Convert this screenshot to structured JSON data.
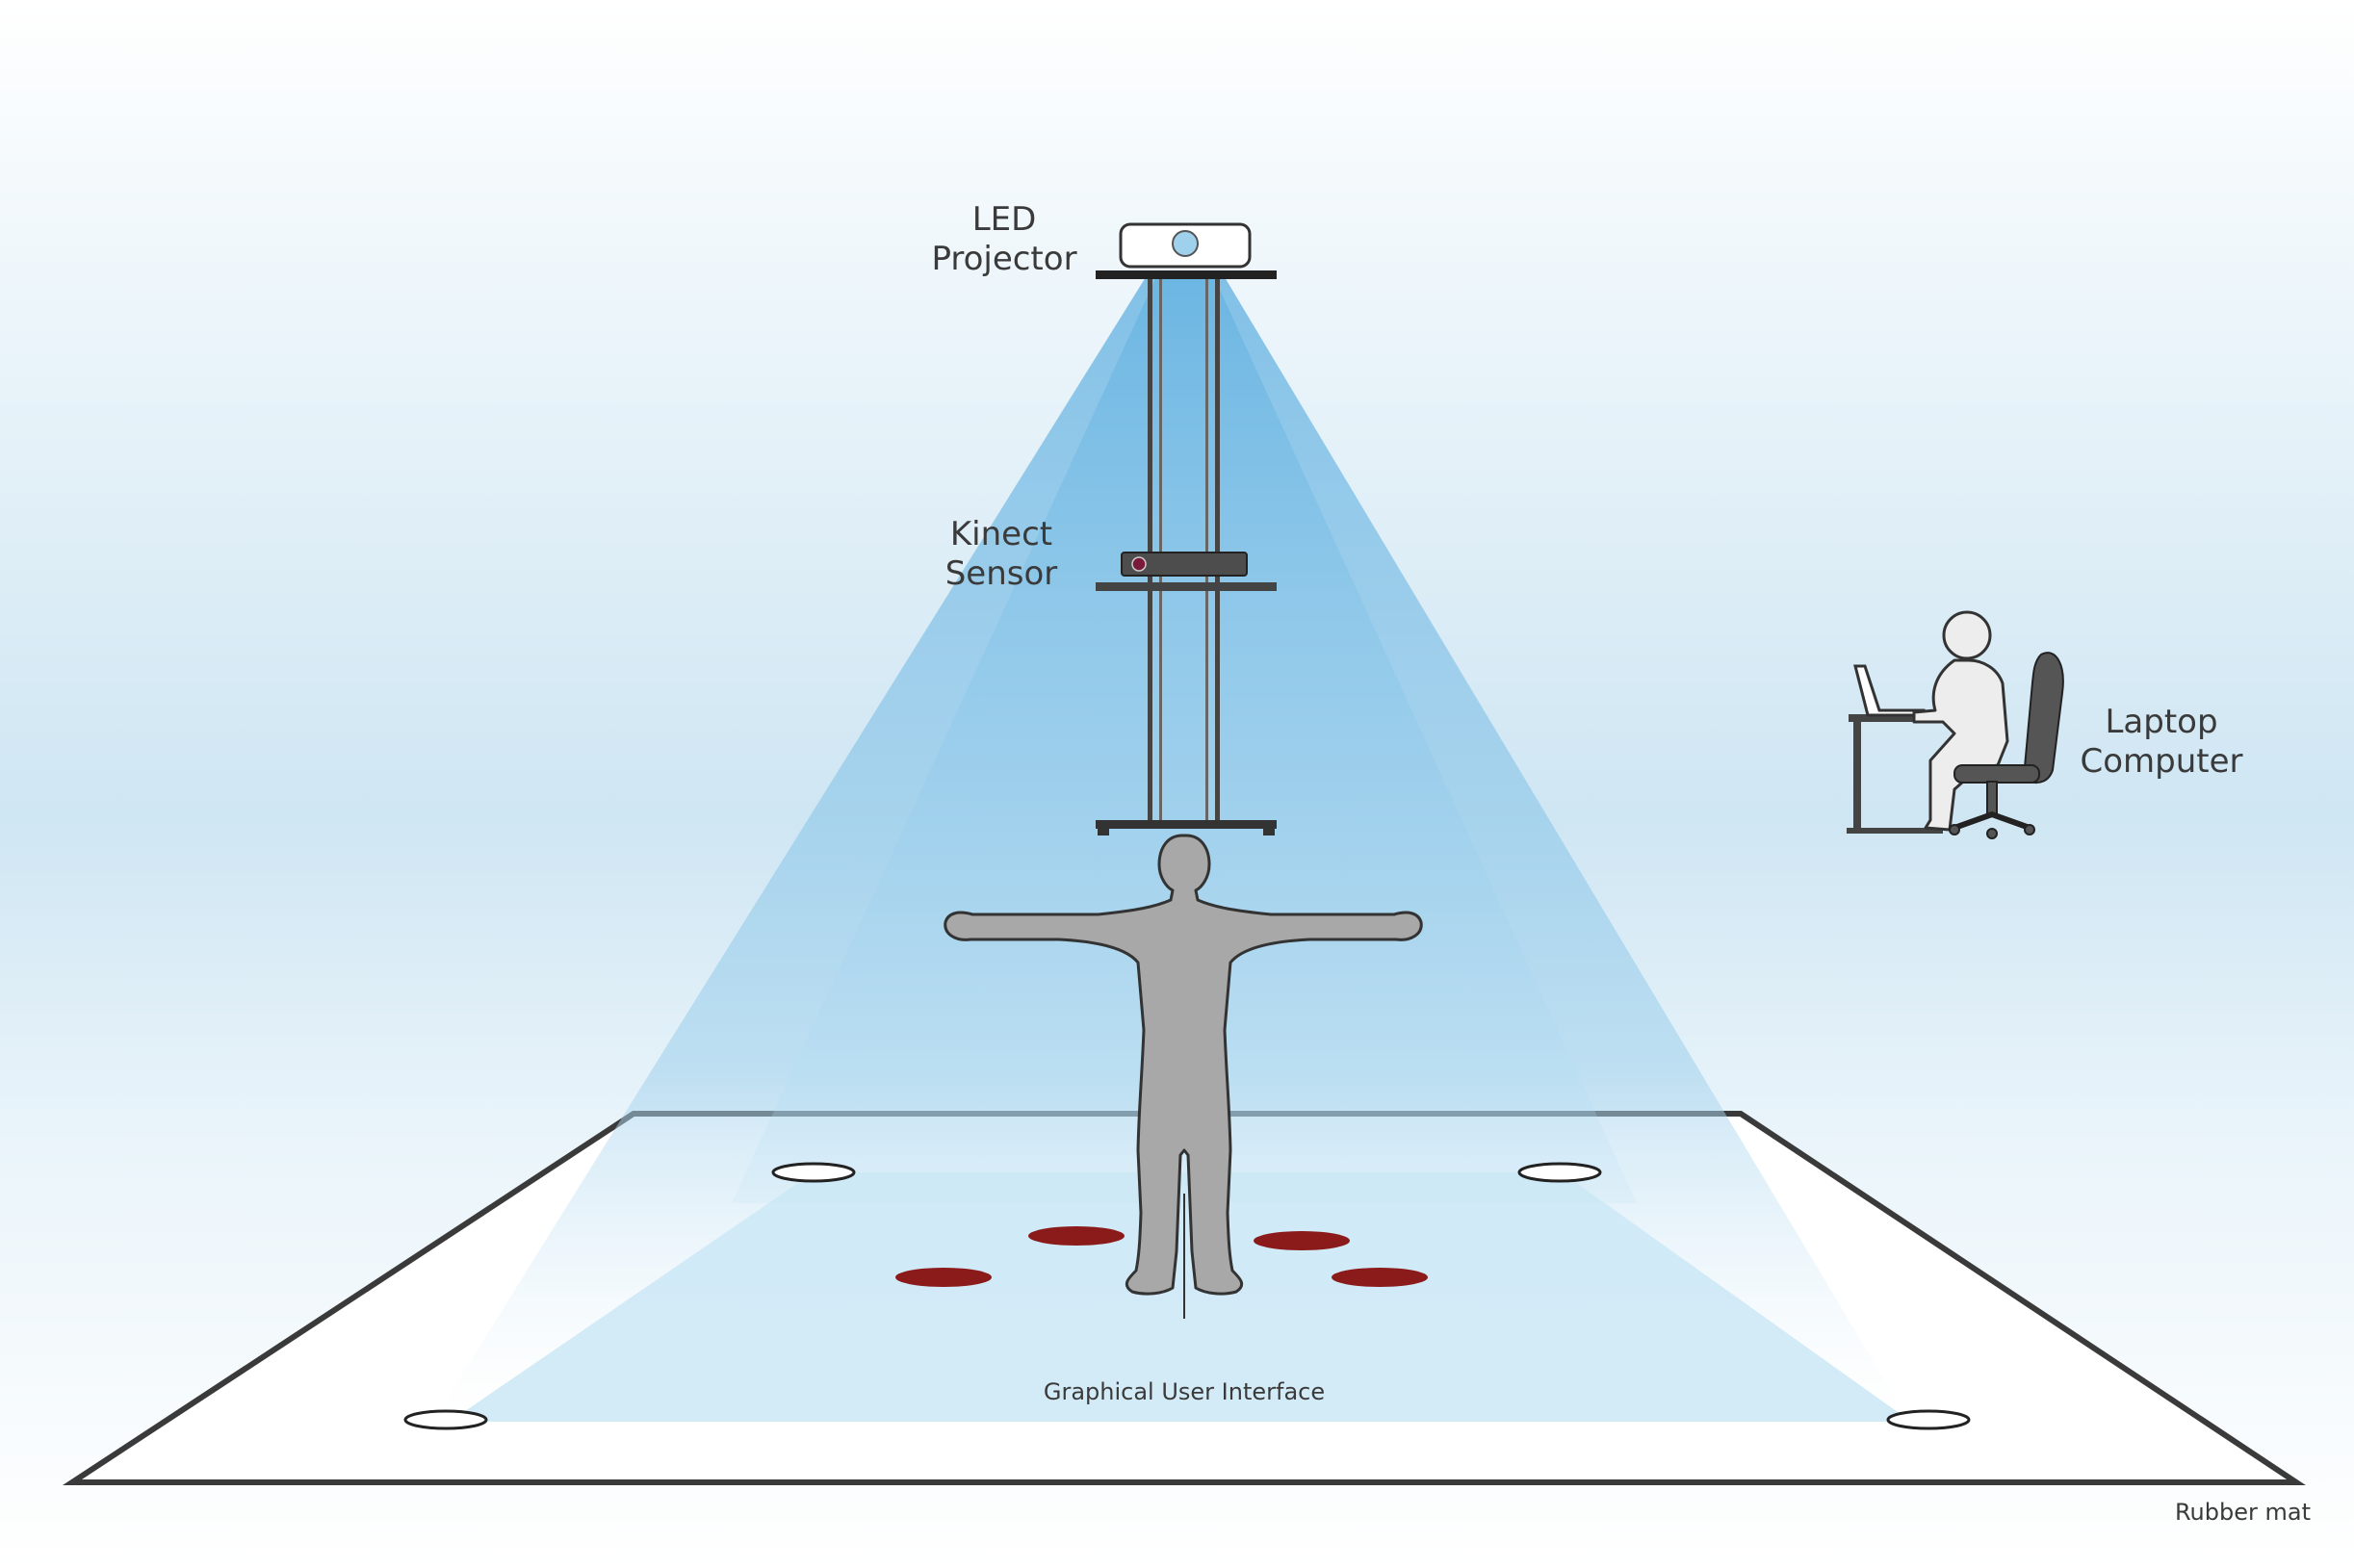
{
  "labels": {
    "led_projector": [
      "LED",
      "Projector"
    ],
    "kinect_sensor": [
      "Kinect",
      "Sensor"
    ],
    "laptop_computer": [
      "Laptop",
      "Computer"
    ],
    "graphical_user_interface": "Graphical User Interface",
    "rubber_mat": "Rubber mat"
  },
  "colors": {
    "background_blue": "#cfe6f3",
    "light_cone": "#8fc6e6",
    "projection_area": "#cde8f6",
    "target_circle": "#8b1a1a",
    "silhouette": "#a9a9a9",
    "frame": "#333333"
  }
}
